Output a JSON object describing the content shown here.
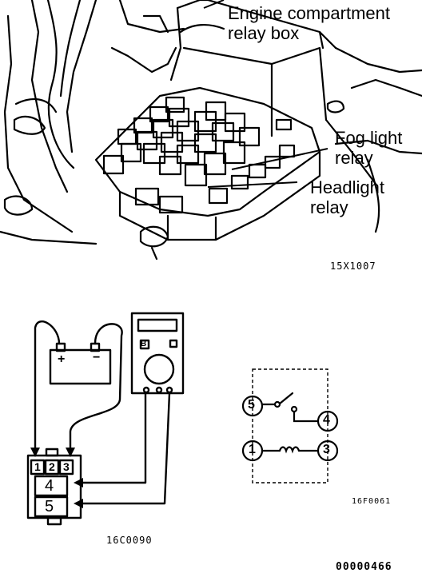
{
  "callouts": {
    "relay_box": [
      "Engine compartment",
      "relay box"
    ],
    "fog_light": [
      "Fog light",
      "relay"
    ],
    "headlight": [
      "Headlight",
      "relay"
    ]
  },
  "figure_codes": {
    "top": "15X1007",
    "test_setup": "16C0090",
    "schematic": "16F0061",
    "page": "00000466"
  },
  "battery": {
    "positive": "+",
    "negative": "−"
  },
  "relay_test": {
    "pins_top": [
      "1",
      "2",
      "3"
    ],
    "pin_4": "4",
    "pin_5": "5"
  },
  "meter": {
    "letter": "B"
  },
  "schematic": {
    "terminals": [
      "5",
      "4",
      "1",
      "3"
    ]
  }
}
